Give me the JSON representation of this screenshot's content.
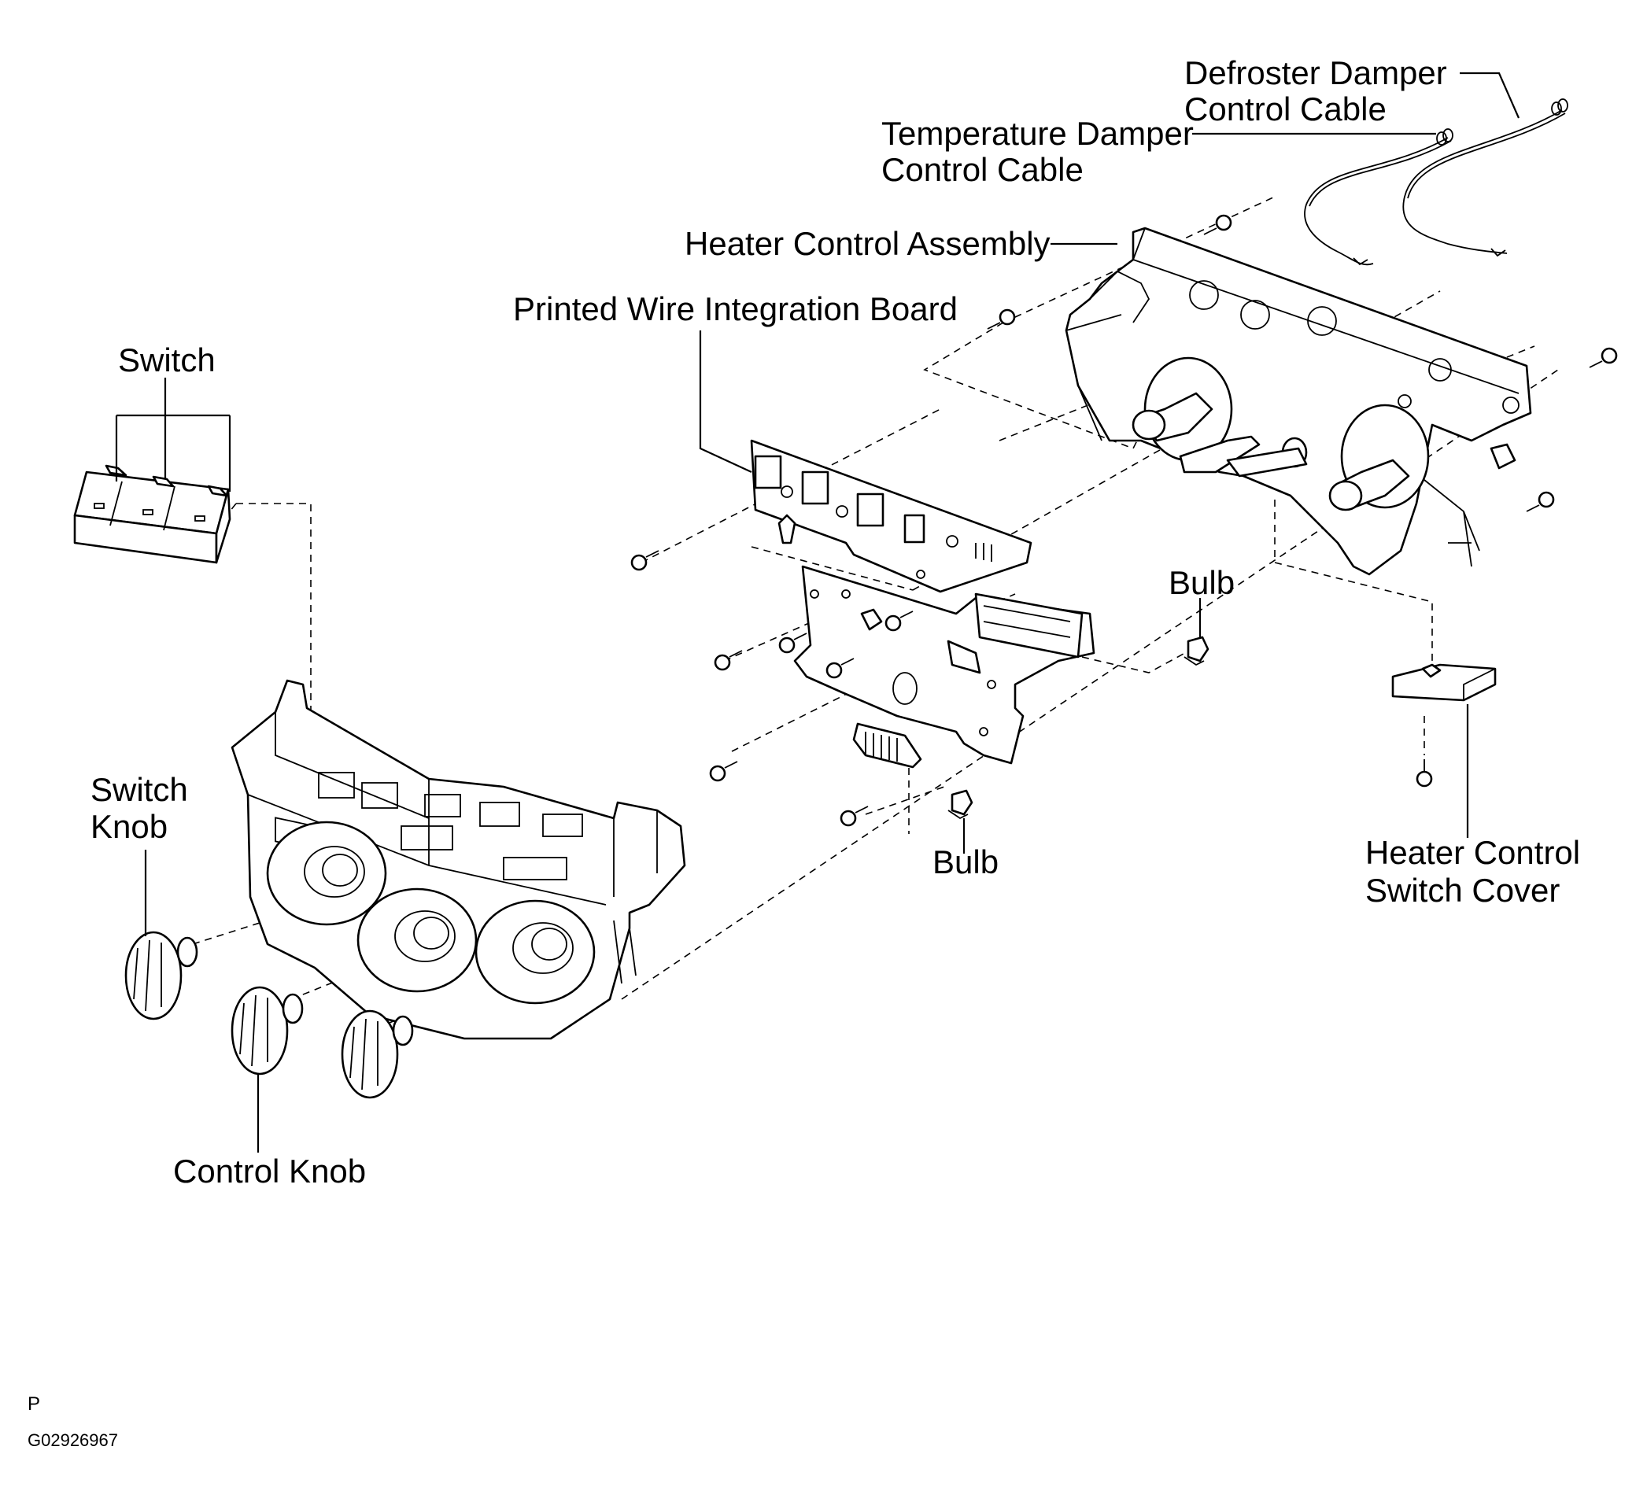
{
  "labels": {
    "defroster_cable_1": "Defroster Damper",
    "defroster_cable_2": "Control Cable",
    "temperature_cable_1": "Temperature Damper",
    "temperature_cable_2": "Control Cable",
    "heater_control_assembly": "Heater Control Assembly",
    "printed_wire_board": "Printed Wire Integration Board",
    "switch": "Switch",
    "bulb_upper": "Bulb",
    "bulb_lower": "Bulb",
    "switch_knob_1": "Switch",
    "switch_knob_2": "Knob",
    "control_knob": "Control Knob",
    "switch_cover_1": "Heater Control",
    "switch_cover_2": "Switch Cover"
  },
  "footer": {
    "marker": "P",
    "figure_code": "G02926967"
  }
}
